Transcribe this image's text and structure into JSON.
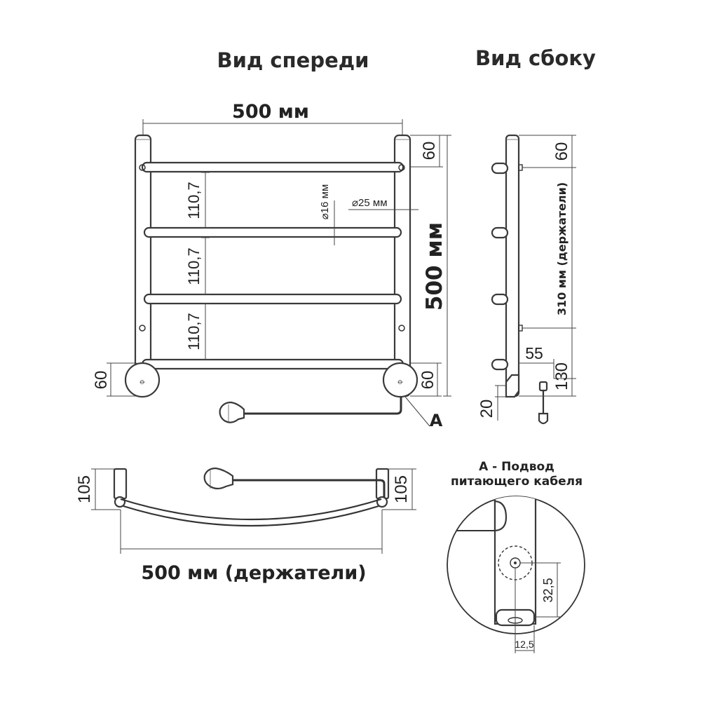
{
  "headings": {
    "front_view": "Вид спереди",
    "side_view": "Вид сбоку",
    "detail_caption_line1": "А - Подвод",
    "detail_caption_line2": "питающего кабеля"
  },
  "front": {
    "width_label": "500 мм",
    "height_label": "500 мм",
    "top_offset": "60",
    "gap_1": "110,7",
    "gap_2": "110,7",
    "gap_3": "110,7",
    "bottom_left": "60",
    "bottom_right": "60",
    "pipe_diameter": "16 мм",
    "rail_diameter": "25 мм",
    "diameter_symbol": "⌀",
    "detail_marker": "А"
  },
  "side": {
    "top_offset": "60",
    "holders_span": "310 мм (держатели)",
    "depth": "55",
    "bottom_height": "130",
    "bottom_offset": "20"
  },
  "top": {
    "left_depth": "105",
    "right_depth": "105",
    "width_label": "500 мм (держатели)"
  },
  "detail": {
    "vertical_offset": "32,5",
    "horizontal_offset": "12,5"
  }
}
